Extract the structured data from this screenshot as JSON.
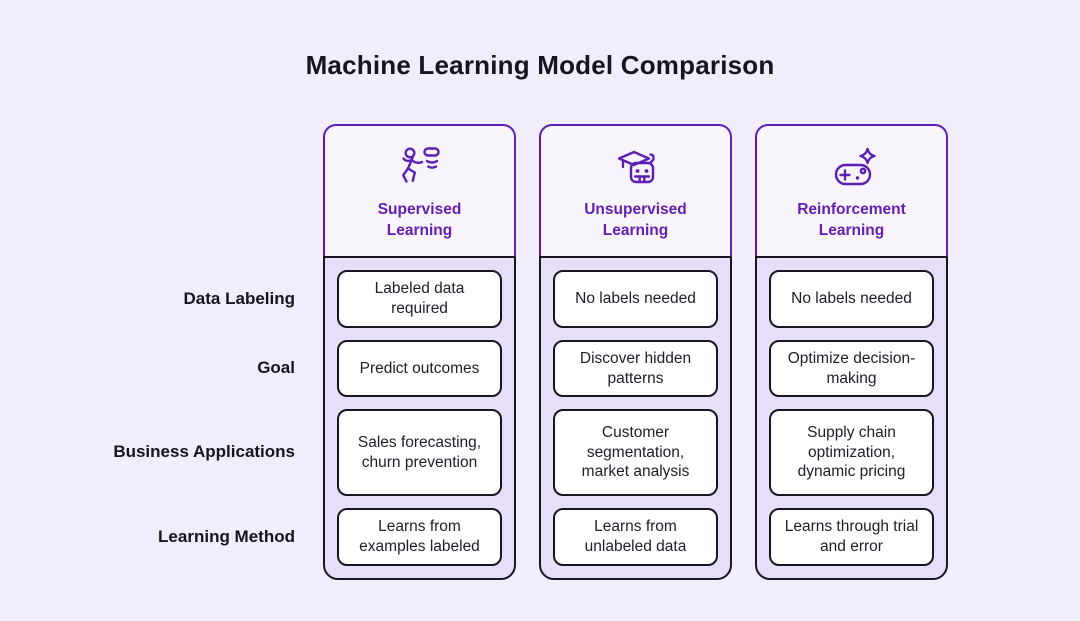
{
  "page": {
    "title": "Machine Learning Model Comparison"
  },
  "colors": {
    "accent_purple": "#5B1FB4",
    "header_text_purple": "#6320B0",
    "page_background": "#F1EDFA",
    "header_background": "#F7F4FC",
    "panel_lavender": "#E6DFF7",
    "outline_dark": "#1A1523",
    "cell_background": "#FFFFFF"
  },
  "row_labels": [
    "Data Labeling",
    "Goal",
    "Business Applications",
    "Learning Method"
  ],
  "columns": [
    {
      "icon": "discus-thrower-icon",
      "title": "Supervised Learning",
      "cells": [
        "Labeled data required",
        "Predict outcomes",
        "Sales forecasting, churn prevention",
        "Learns from examples labeled"
      ]
    },
    {
      "icon": "robot-graduate-icon",
      "title": "Unsupervised Learning",
      "cells": [
        "No labels needed",
        "Discover hidden patterns",
        "Customer segmentation, market analysis",
        "Learns from unlabeled data"
      ]
    },
    {
      "icon": "game-controller-sparkle-icon",
      "title": "Reinforcement Learning",
      "cells": [
        "No labels needed",
        "Optimize decision-making",
        "Supply chain optimization, dynamic pricing",
        "Learns through trial and error"
      ]
    }
  ]
}
